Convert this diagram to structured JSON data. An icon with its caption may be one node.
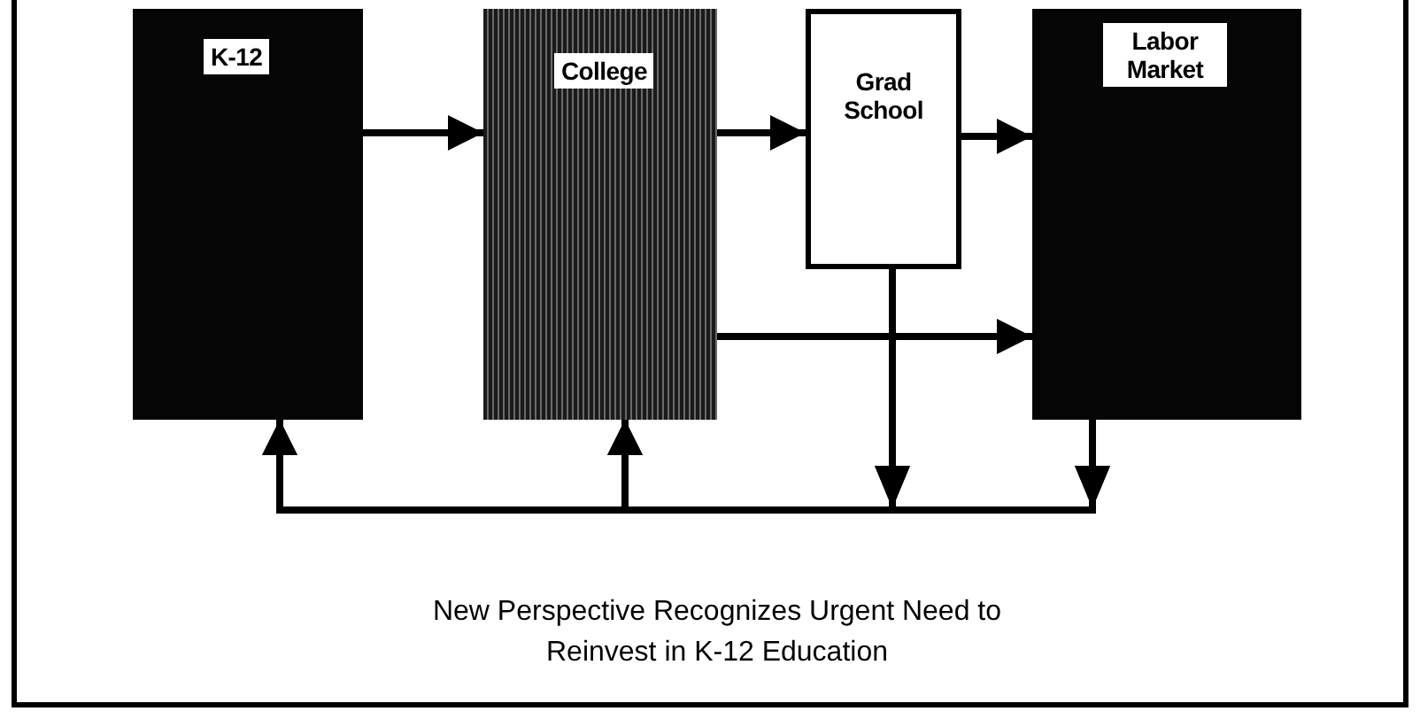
{
  "diagram": {
    "caption": "New Perspective Recognizes Urgent Need to Reinvest in K-12 Education",
    "nodes": [
      {
        "text": [
          "K-12"
        ]
      },
      {
        "text": [
          "College"
        ]
      },
      {
        "text": [
          "Grad School"
        ]
      },
      {
        "text": [
          "Labor Market"
        ]
      }
    ],
    "edges": [
      {
        "from": 0,
        "to": 1,
        "arrow": "to"
      },
      {
        "from": 1,
        "to": 2,
        "arrow": "to"
      },
      {
        "from": 2,
        "to": 3,
        "arrow": "to"
      },
      {
        "from": 1,
        "to": 3,
        "arrow": "to"
      },
      {
        "from": 2,
        "to": 0,
        "arrow": "to"
      },
      {
        "from": 2,
        "to": 1,
        "arrow": "to"
      },
      {
        "from": 3,
        "to": 0,
        "arrow": "to"
      },
      {
        "from": 3,
        "to": 1,
        "arrow": "to"
      }
    ]
  }
}
